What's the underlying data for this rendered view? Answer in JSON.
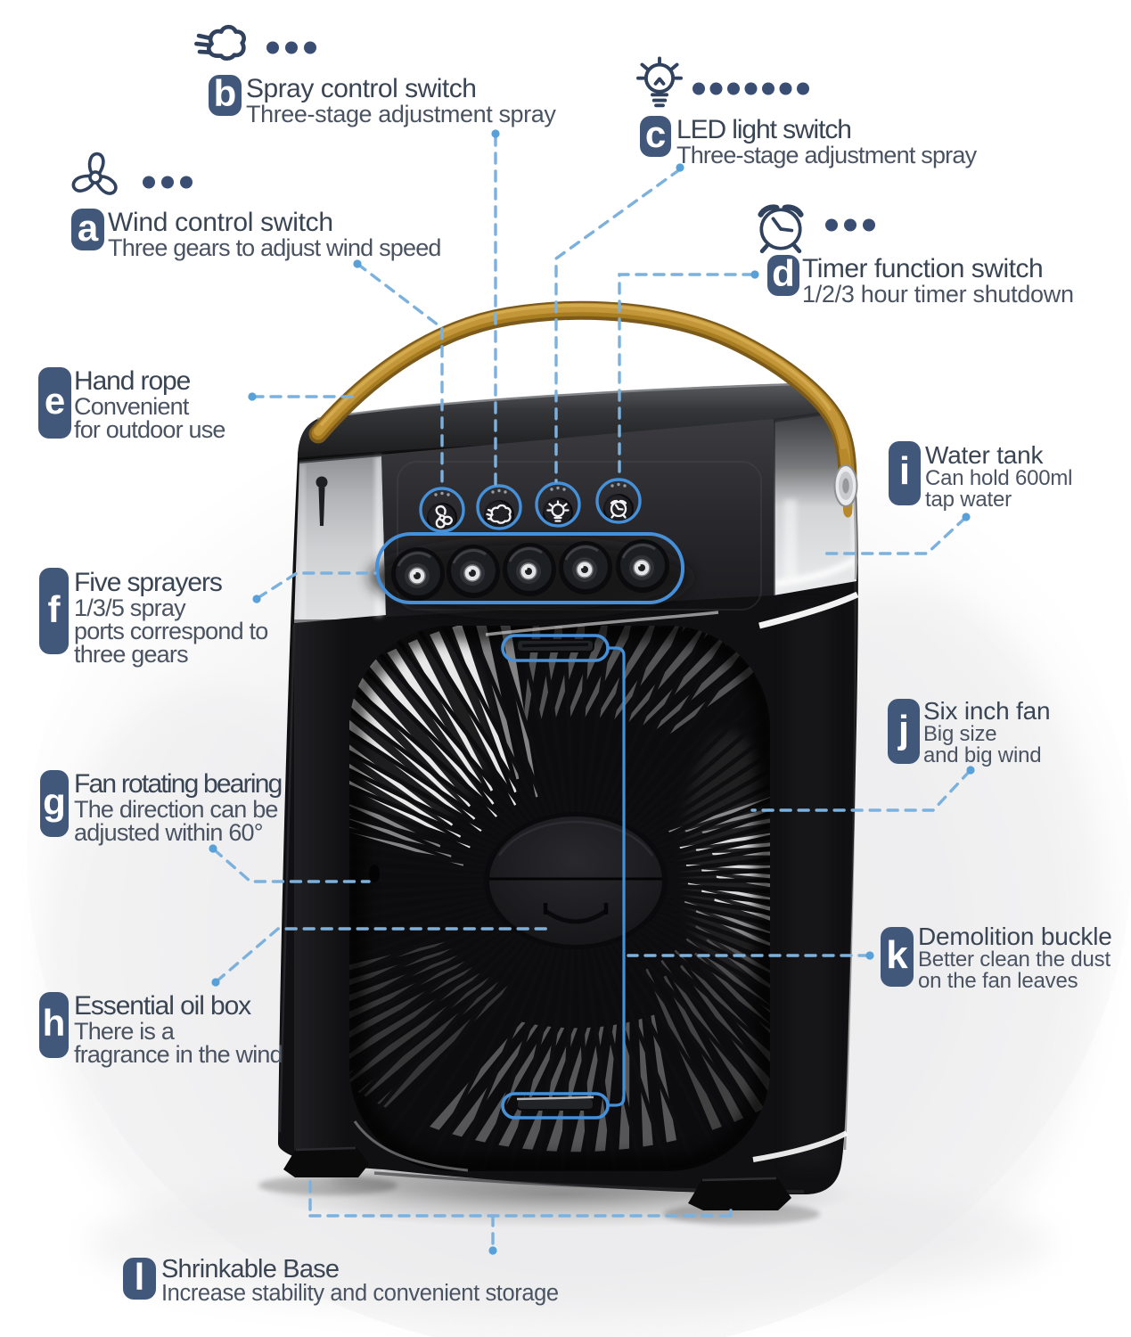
{
  "page": {
    "type": "product-feature-diagram",
    "product_name": "Portable mist fan air cooler",
    "background": "#ffffff"
  },
  "colors": {
    "accent_blue": "#4590d8",
    "dashed_line_blue": "#7cb1de",
    "connector_dot_blue": "#58a0d8",
    "label_badge": "#41587b",
    "title_text": "#3a4554",
    "subtitle_text": "#4a5362",
    "icon_navy": "#31425f",
    "handle_gold": "#c99a38",
    "device_black": "#111113"
  },
  "labels": [
    {
      "letter": "a",
      "title": "Wind control switch",
      "lines": [
        "Three gears to adjust wind speed"
      ],
      "icon": "fan-propeller-icon",
      "dots": 3
    },
    {
      "letter": "b",
      "title": "Spray control switch",
      "lines": [
        "Three-stage adjustment spray"
      ],
      "icon": "steam-puff-icon",
      "dots": 3
    },
    {
      "letter": "c",
      "title": "LED light switch",
      "lines": [
        "Three-stage adjustment spray"
      ],
      "icon": "led-bulb-icon",
      "dots": 7
    },
    {
      "letter": "d",
      "title": "Timer function switch",
      "lines": [
        "1/2/3 hour timer shutdown"
      ],
      "icon": "alarm-clock-icon",
      "dots": 3
    },
    {
      "letter": "e",
      "title": "Hand rope",
      "lines": [
        "Convenient",
        "for outdoor use"
      ]
    },
    {
      "letter": "f",
      "title": "Five sprayers",
      "lines": [
        "1/3/5 spray",
        "ports correspond to",
        "three gears"
      ]
    },
    {
      "letter": "g",
      "title": "Fan rotating bearing",
      "lines": [
        "The direction can be",
        "adjusted within 60°"
      ]
    },
    {
      "letter": "h",
      "title": "Essential oil box",
      "lines": [
        "There is a",
        "fragrance in the wind"
      ]
    },
    {
      "letter": "i",
      "title": "Water tank",
      "lines": [
        "Can hold 600ml",
        "tap water"
      ]
    },
    {
      "letter": "j",
      "title": "Six inch fan",
      "lines": [
        "Big size",
        "and big wind"
      ]
    },
    {
      "letter": "k",
      "title": "Demolition buckle",
      "lines": [
        "Better clean the dust",
        "on the fan leaves"
      ]
    },
    {
      "letter": "l",
      "title": "Shrinkable Base",
      "lines": [
        "Increase stability and convenient storage"
      ]
    }
  ]
}
